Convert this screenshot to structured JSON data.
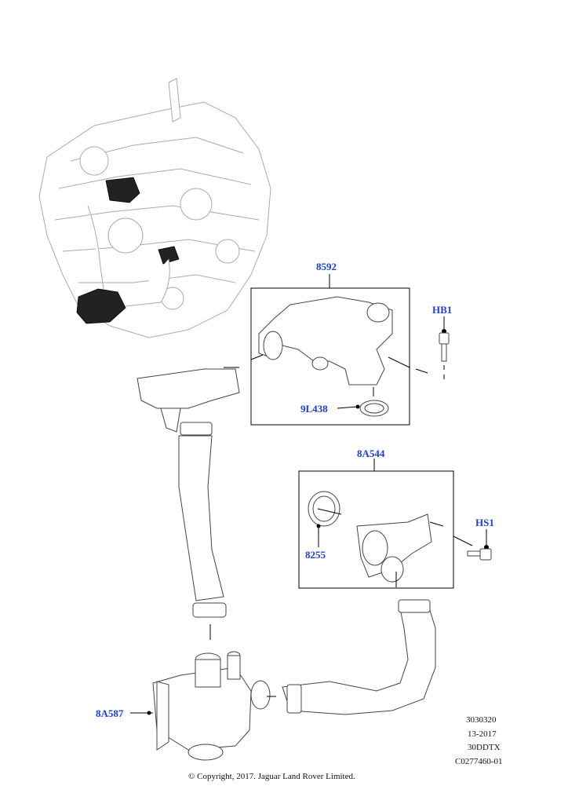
{
  "callouts": {
    "c8592": "8592",
    "hb1": "HB1",
    "c9l438": "9L438",
    "c8a544": "8A544",
    "hs1": "HS1",
    "c8255": "8255",
    "c8a587": "8A587"
  },
  "meta": {
    "line1": "3030320",
    "line2": "13-2017",
    "line3": "30DDTX",
    "line4": "C0277460-01"
  },
  "copyright": "© Copyright, 2017. Jaguar Land Rover Limited."
}
